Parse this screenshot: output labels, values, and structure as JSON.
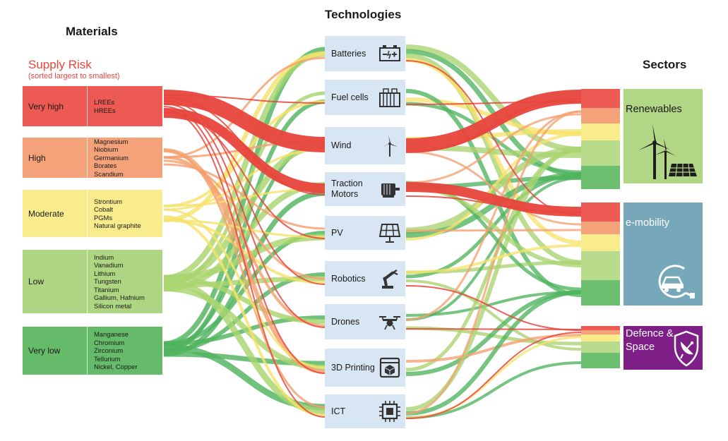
{
  "headings": {
    "materials": "Materials",
    "technologies": "Technologies",
    "sectors": "Sectors"
  },
  "supply_risk": {
    "title": "Supply Risk",
    "subtitle": "(sorted largest to smallest)"
  },
  "risk_levels": [
    {
      "label": "Very high",
      "color": "#ec5a53",
      "materials": [
        "LREEs",
        "HREEs"
      ]
    },
    {
      "label": "High",
      "color": "#f4a27a",
      "materials": [
        "Magnesium",
        "Niobium",
        "Germanium",
        "Borates",
        "Scandium"
      ]
    },
    {
      "label": "Moderate",
      "color": "#f9ec8c",
      "materials": [
        "Strontium",
        "Cobalt",
        "PGMs",
        "Natural graphite"
      ]
    },
    {
      "label": "Low",
      "color": "#aed581",
      "materials": [
        "Indium",
        "Vanadium",
        "Lithium",
        "Tungsten",
        "Titanium",
        "Gallium, Hafnium",
        "Silicon metal"
      ]
    },
    {
      "label": "Very low",
      "color": "#66bb6a",
      "materials": [
        "Manganese",
        "Chromium",
        "Zirconium",
        "Tellurium",
        "Nickel, Copper"
      ]
    }
  ],
  "technologies": [
    {
      "label": "Batteries",
      "icon": "battery-icon"
    },
    {
      "label": "Fuel cells",
      "icon": "fuel-cell-icon"
    },
    {
      "label": "Wind",
      "icon": "wind-turbine-icon"
    },
    {
      "label": "Traction Motors",
      "icon": "motor-icon"
    },
    {
      "label": "PV",
      "icon": "solar-panel-icon"
    },
    {
      "label": "Robotics",
      "icon": "robot-arm-icon"
    },
    {
      "label": "Drones",
      "icon": "drone-icon"
    },
    {
      "label": "3D Printing",
      "icon": "3d-printer-icon"
    },
    {
      "label": "ICT",
      "icon": "microchip-icon"
    }
  ],
  "sectors": [
    {
      "label": "Renewables",
      "color": "#b1d786",
      "text_color": "#1a1a1a",
      "icon": "wind-solar-icon"
    },
    {
      "label": "e-mobility",
      "color": "#76a8ba",
      "text_color": "#ffffff",
      "icon": "electric-car-icon"
    },
    {
      "label": "Defence & Space",
      "color": "#7d1f87",
      "text_color": "#ffffff",
      "icon": "satellite-shield-icon"
    }
  ],
  "flow_colors": {
    "very_high": "#e8453c",
    "high": "#f5a06f",
    "moderate": "#f7e26b",
    "low": "#a9d46f",
    "very_low": "#4fb35e"
  }
}
